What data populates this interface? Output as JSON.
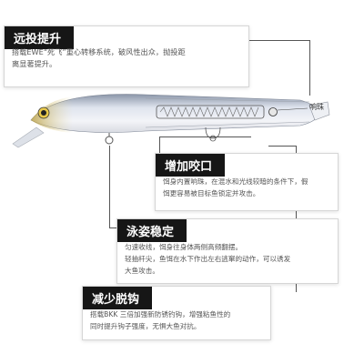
{
  "features": [
    {
      "title": "远投提升",
      "lines": [
        "搭载EWE“死飞”重心转移系统，破风性出众，抛投距",
        "离显著提升。"
      ]
    },
    {
      "title": "增加咬口",
      "lines": [
        "饵身内置响珠，在混水和光线较暗的条件下，假",
        "饵更容易被目标鱼锁定并攻击。"
      ]
    },
    {
      "title": "泳姿稳定",
      "lines": [
        "匀速收线，饵身往身体两侧高频翻摆。",
        "轻抽杆尖，鱼饵在水下作出左右逃窜的动作，可以诱发",
        "大鱼攻击。"
      ]
    },
    {
      "title": "减少脱钩",
      "lines": [
        "搭载BKK 三倍加强新防锈钓钩，增强粘鱼性的",
        "同时提升钩子强度，无惧大鱼对抗。"
      ]
    }
  ],
  "diagram_label": "响珠"
}
